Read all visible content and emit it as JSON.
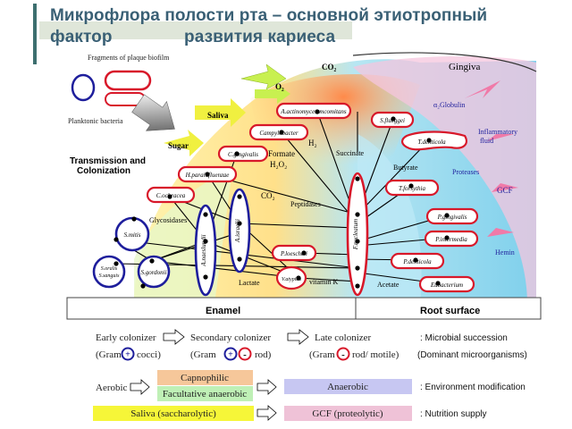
{
  "title": {
    "line1": "Микрофлора полости рта – основной этиотропный",
    "line2a": "фактор",
    "line2b": "развития кариеса"
  },
  "diagram": {
    "fragments_label": "Fragments of plaque biofilm",
    "planktonic_label": "Planktonic bacteria",
    "transmission_label": "Transmission and Colonization",
    "gingiva": "Gingiva",
    "enamel": "Enamel",
    "root_surface": "Root surface",
    "molecules": {
      "co2_top": "CO₂",
      "o2": "O₂",
      "saliva": "Saliva",
      "sugar": "Sugar",
      "h2": "H₂",
      "formate": "Formate",
      "h2o2": "H₂O₂",
      "co2_mid": "CO₂",
      "peptidases": "Peptidases",
      "glycosidases": "Glycosidases",
      "succinate": "Succinate",
      "butyrate": "Butyrate",
      "lactate": "Lactate",
      "vitamin_k": "vitamin K",
      "acetate": "Acetate",
      "globulin": "α₂Globulin",
      "inflammatory": "Inflammatory fluid",
      "proteases": "Proteases",
      "gcf": "GCF",
      "hemin": "Hemin"
    },
    "bacteria": {
      "actinomycetemcomitans": "A.actinomycetemcomitans",
      "campylobacter": "Campylobacter",
      "c_gingivalis": "C.gingivalis",
      "h_parainfluenzae": "H.parainfluenzae",
      "c_ochracea": "C.ochracea",
      "s_mitis": "S.mitis",
      "s_oralis": "S.oralis",
      "s_sanguis": "S.sanguis",
      "s_gordonii": "S.gordonii",
      "a_naeslundii": "A.naeslundii",
      "a_israelii": "A.israelii",
      "p_loescheii": "P.loescheii",
      "v_atypica": "V.atypica",
      "f_nucleatum": "F.nucleatum",
      "s_flueggei": "S.flueggei",
      "t_denticola_top": "T.denticola",
      "t_forsythia": "T.forsythia",
      "p_gingivalis": "P.gingivalis",
      "p_intermedia": "P.intermedia",
      "p_denticola": "P.denticola",
      "eubacterium": "Eubacterium"
    }
  },
  "legend": {
    "row1": {
      "early": "Early colonizer",
      "secondary": "Secondary colonizer",
      "late": "Late colonizer",
      "note": ": Microbial succession"
    },
    "row2": {
      "gram_open": "(Gram",
      "plus": "+",
      "minus": "-",
      "cocci": "cocci)",
      "rod": "rod)",
      "rod_motile": "rod/ motile)",
      "note": "(Dominant microorganisms)"
    },
    "row3": {
      "aerobic": "Aerobic",
      "capnophilic": "Capnophilic",
      "facultative": "Facultative anaerobic",
      "anaerobic": "Anaerobic",
      "note": ": Environment modification"
    },
    "row4": {
      "saliva": "Saliva (saccharolytic)",
      "gcf": "GCF (proteolytic)",
      "note": ": Nutrition supply"
    }
  },
  "colors": {
    "title": "#3a6075",
    "accent_bar": "#3d6f6f",
    "capnophilic": "#f6c79a",
    "facultative": "#bff0b6",
    "anaerobic": "#c7c7f2",
    "saliva": "#f6f638",
    "gcf": "#efc2d7",
    "node_red": "#d8182a",
    "node_blue": "#1e1e9c"
  }
}
